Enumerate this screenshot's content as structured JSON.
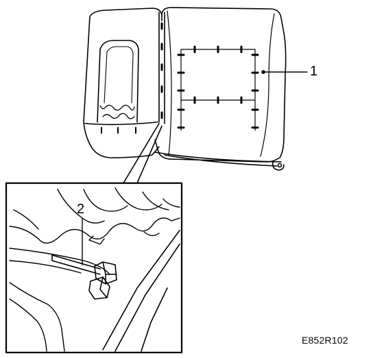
{
  "figure": {
    "callouts": [
      {
        "id": "1",
        "text": "1",
        "refers_to": "backrest-seat-pad-hog-rings"
      },
      {
        "id": "2",
        "text": "2",
        "refers_to": "hog-ring-pliers-on-frame-wire"
      }
    ],
    "figure_id": "E852R102",
    "colors": {
      "line": "#000000",
      "background": "#ffffff"
    }
  }
}
